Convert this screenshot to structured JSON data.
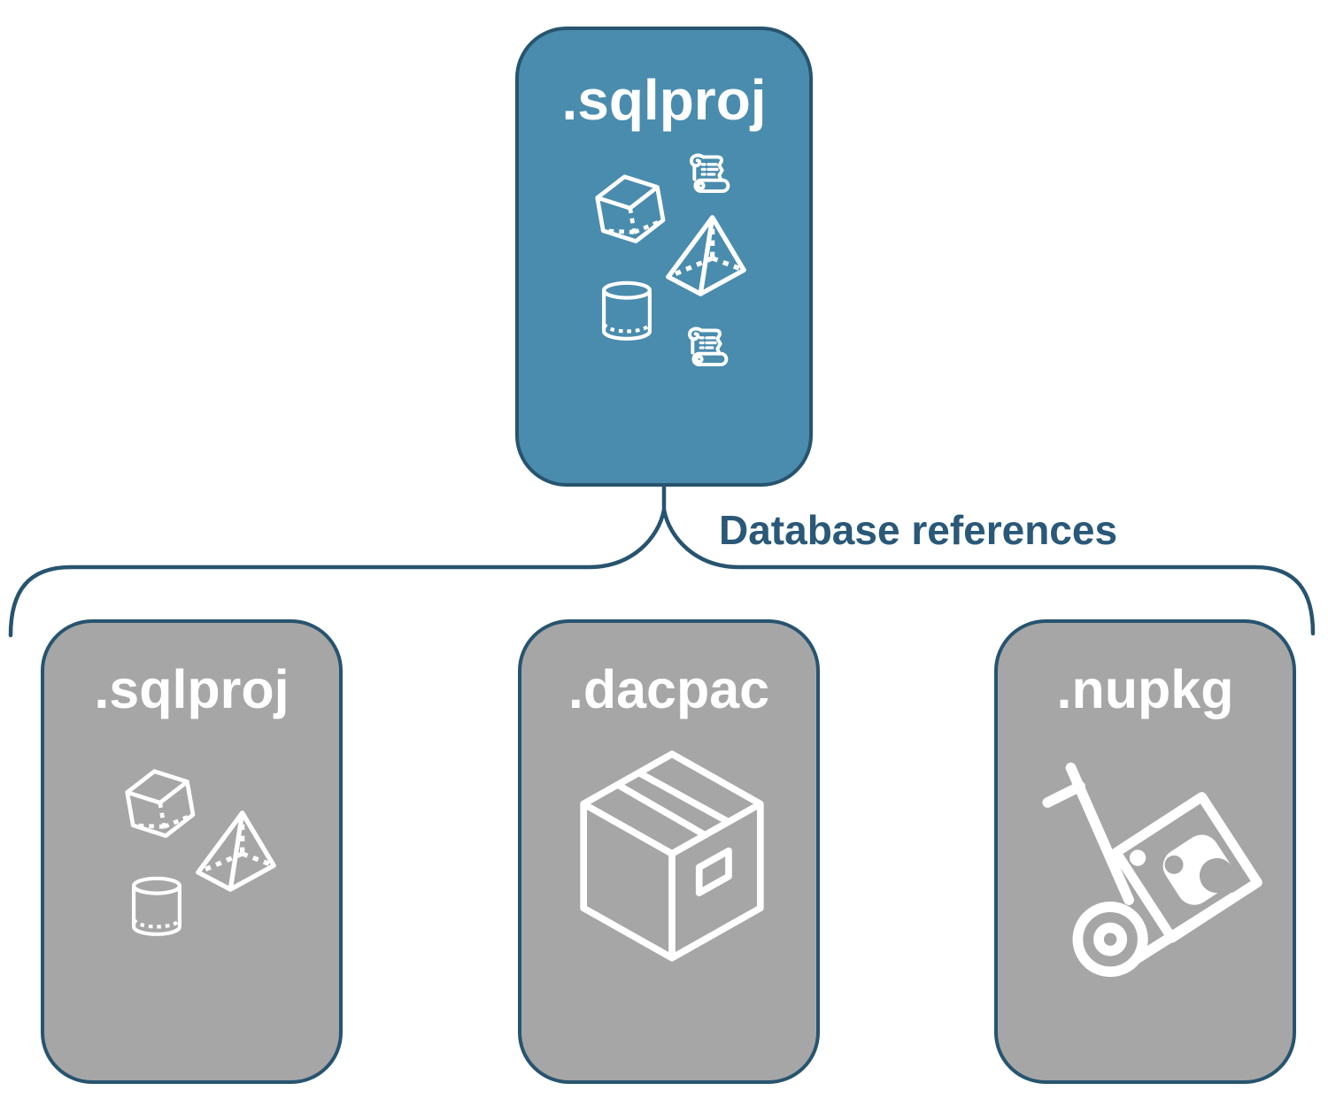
{
  "page": {
    "background": "#FFFFFF"
  },
  "root_card": {
    "label": ".sqlproj",
    "fill": "#4A8CAD",
    "icons": [
      "cube-icon",
      "scroll-icon",
      "pyramid-icon",
      "cylinder-icon",
      "scroll-icon"
    ]
  },
  "connector": {
    "label": "Database references",
    "line_color": "#27546F",
    "label_color": "#2A5878"
  },
  "child_cards": [
    {
      "label": ".sqlproj",
      "icons": [
        "cube-icon",
        "pyramid-icon",
        "cylinder-icon"
      ]
    },
    {
      "label": ".dacpac",
      "icons": [
        "package-box-icon"
      ]
    },
    {
      "label": ".nupkg",
      "icons": [
        "hand-truck-package-icon"
      ]
    }
  ],
  "styles": {
    "child_fill": "#A6A6A6",
    "border_color": "#27546F",
    "label_text_color": "#FFFFFF"
  }
}
